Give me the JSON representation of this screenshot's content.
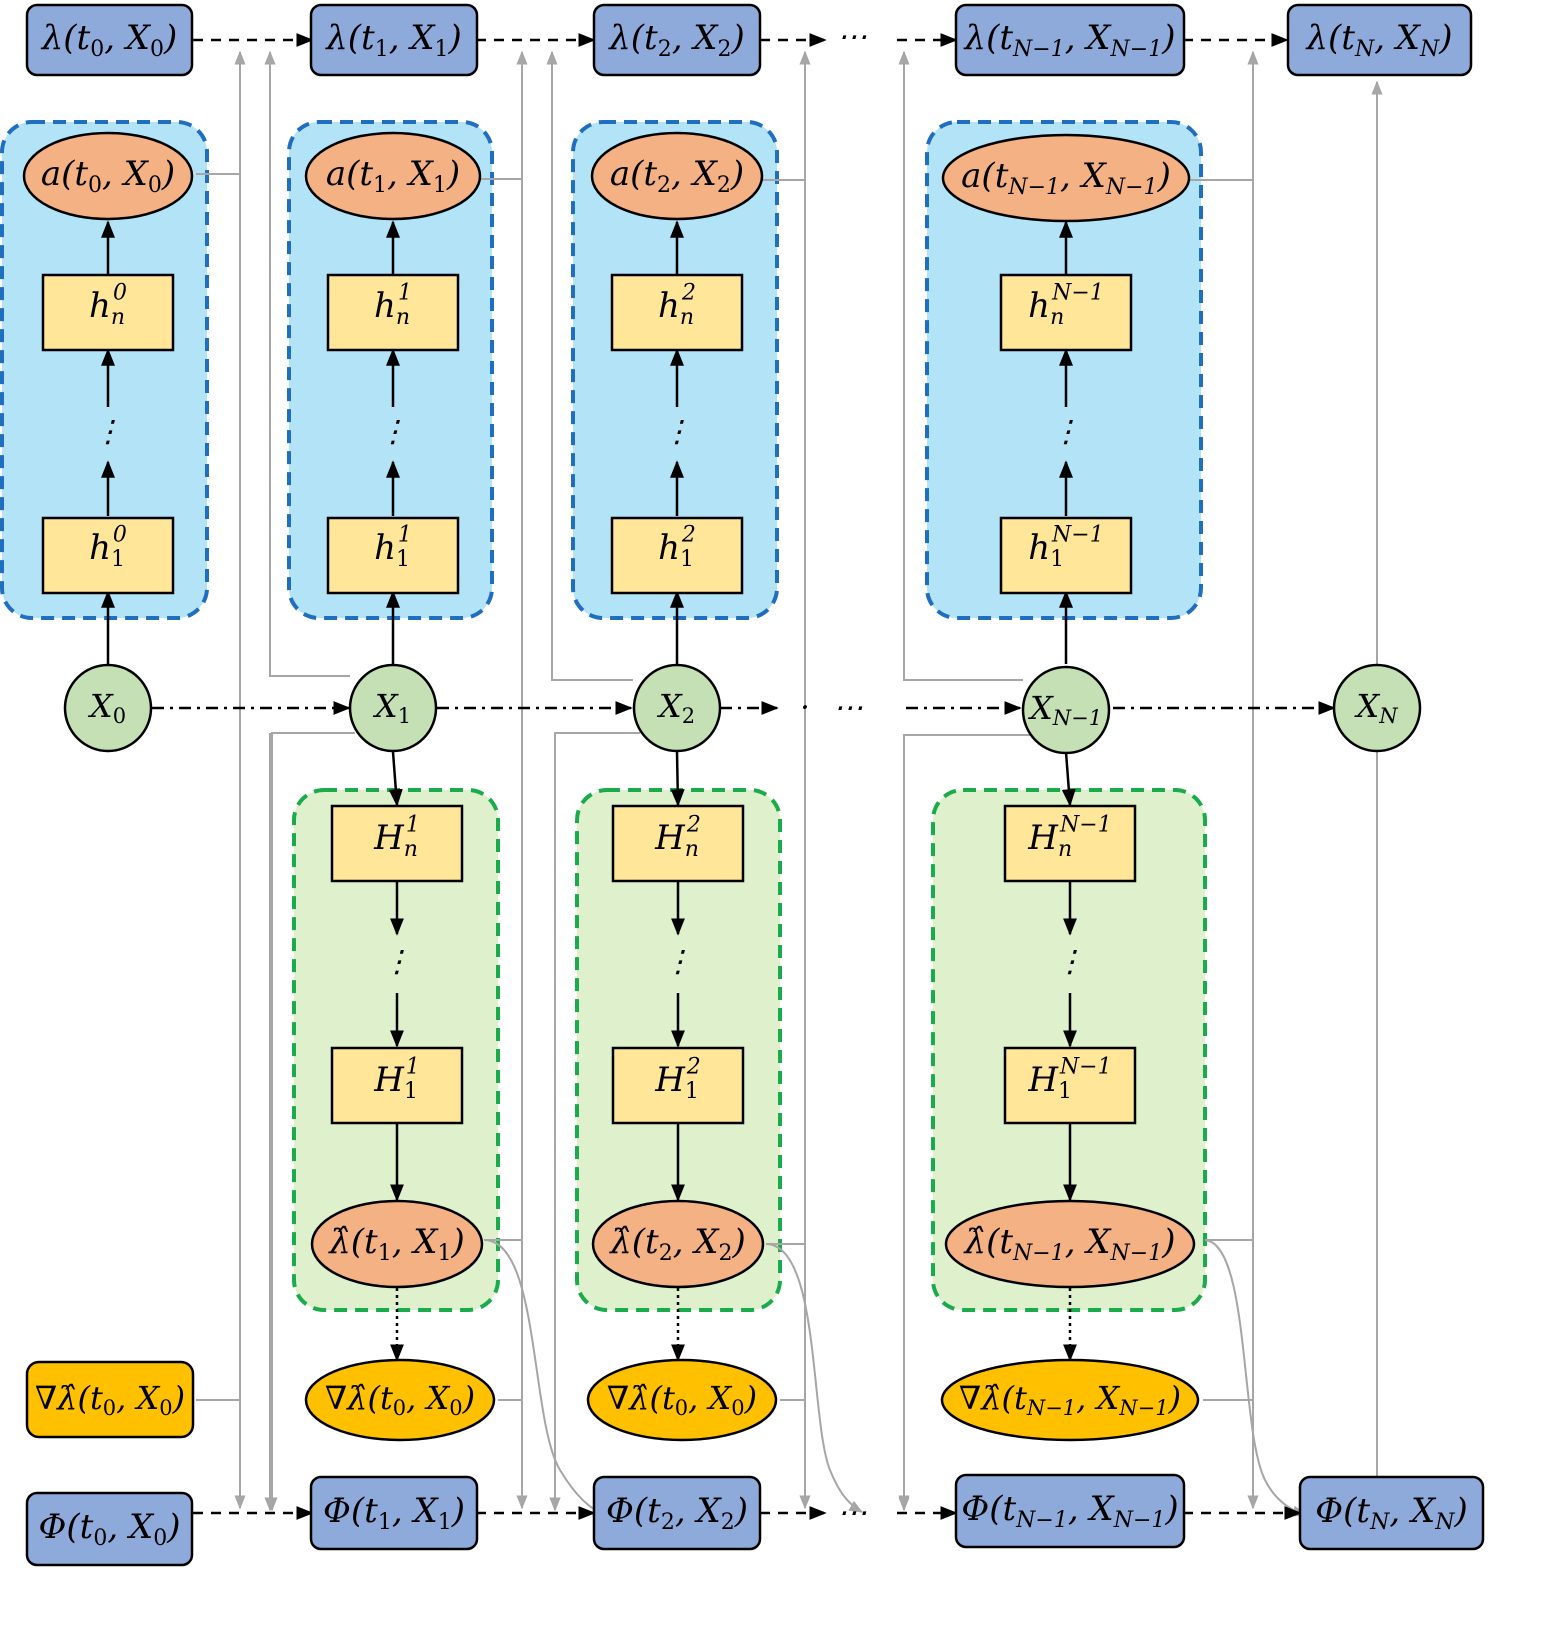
{
  "colors": {
    "blue_box": "#8eaadb",
    "blue_panel": "#b3e3f7",
    "blue_dash": "#1f6ebf",
    "green_panel": "#def0cc",
    "green_dash": "#1aab4a",
    "orange_ellipse": "#f4b183",
    "gold_ellipse": "#ffc000",
    "yellow_box": "#ffe699",
    "green_node": "#c5e0b4",
    "gray_line": "#a6a6a6"
  },
  "lambda_boxes": [
    "λ(t₀, X₀)",
    "λ(t₁, X₁)",
    "λ(t₂, X₂)",
    "λ(t_{N−1}, X_{N−1})",
    "λ(t_N, X_N)"
  ],
  "phi_boxes": [
    "Φ(t₀, X₀)",
    "Φ(t₁, X₁)",
    "Φ(t₂, X₂)",
    "Φ(t_{N−1}, X_{N−1})",
    "Φ(t_N, X_N)"
  ],
  "state_nodes": [
    "X₀",
    "X₁",
    "X₂",
    "X_{N−1}",
    "X_N"
  ],
  "actor_outputs": [
    "a(t₀, X₀)",
    "a(t₁, X₁)",
    "a(t₂, X₂)",
    "a(t_{N−1}, X_{N−1})"
  ],
  "actor_top_layers": [
    "h_n^0",
    "h_n^1",
    "h_n^2",
    "h_n^{N−1}"
  ],
  "actor_bottom_layers": [
    "h_1^0",
    "h_1^1",
    "h_1^2",
    "h_1^{N−1}"
  ],
  "critic_top_layers": [
    "H_n^1",
    "H_n^2",
    "H_n^{N−1}"
  ],
  "critic_bottom_layers": [
    "H_1^1",
    "H_1^2",
    "H_1^{N−1}"
  ],
  "critic_outputs": [
    "λ̂(t₁, X₁)",
    "λ̂(t₂, X₂)",
    "λ̂(t_{N−1}, X_{N−1})"
  ],
  "gradient_boxes": [
    "∇λ̂(t₀, X₀)",
    "∇λ̂(t₀, X₀)",
    "∇λ̂(t₀, X₀)",
    "∇λ̂(t_{N−1}, X_{N−1})"
  ],
  "ellipsis": "⋯",
  "vdots": "⋮"
}
